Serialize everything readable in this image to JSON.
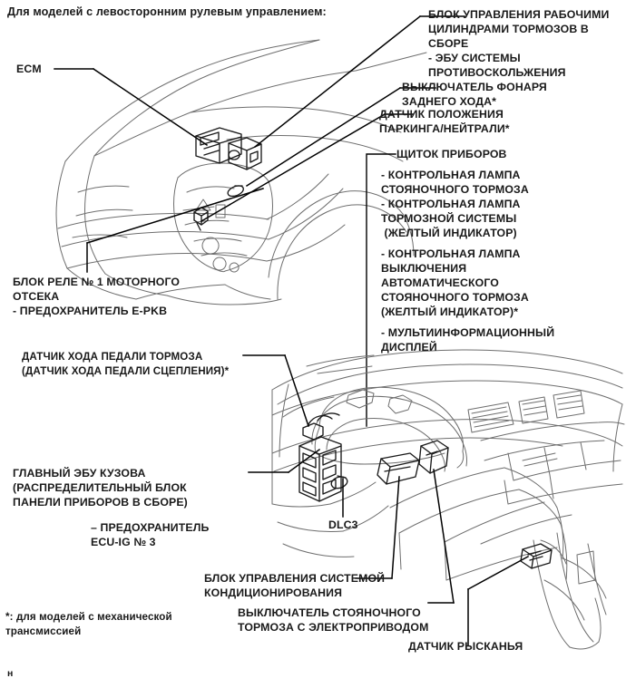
{
  "document": {
    "heading": "Для моделей с левосторонним рулевым управлением:",
    "footnote": "*: для моделей с механической\nтрансмиссией",
    "page_marker": "н"
  },
  "labels": {
    "ecm": "ECM",
    "brake_actuator": "БЛОК УПРАВЛЕНИЯ РАБОЧИМИ\nЦИЛИНДРАМИ ТОРМОЗОВ В\nСБОРЕ\n- ЭБУ СИСТЕМЫ\nПРОТИВОСКОЛЬЖЕНИЯ",
    "reverse_lamp_switch": "ВЫКЛЮЧАТЕЛЬ ФОНАРЯ\nЗАДНЕГО ХОДА*",
    "park_neutral_sensor": "ДАТЧИК ПОЛОЖЕНИЯ\nПАРКИНГА/НЕЙТРАЛИ*",
    "combination_meter_title": "ЩИТОК ПРИБОРОВ",
    "combination_meter_items": "- КОНТРОЛЬНАЯ ЛАМПА\nСТОЯНОЧНОГО ТОРМОЗА\n- КОНТРОЛЬНАЯ ЛАМПА\nТОРМОЗНОЙ СИСТЕМЫ\n (ЖЕЛТЫЙ ИНДИКАТОР)",
    "combination_meter_items2": "- КОНТРОЛЬНАЯ ЛАМПА\nВЫКЛЮЧЕНИЯ\nАВТОМАТИЧЕСКОГО\nСТОЯНОЧНОГО ТОРМОЗА\n(ЖЕЛТЫЙ ИНДИКАТОР)*",
    "combination_meter_items3": "- МУЛЬТИИНФОРМАЦИОННЫЙ\nДИСПЛЕЙ",
    "engine_room_relay_block": "БЛОК РЕЛЕ № 1 МОТОРНОГО\nОТСЕКА\n- ПРЕДОХРАНИТЕЛЬ E-PKB",
    "brake_pedal_stroke_sensor": "ДАТЧИК ХОДА ПЕДАЛИ ТОРМОЗА\n(ДАТЧИК ХОДА ПЕДАЛИ СЦЕПЛЕНИЯ)*",
    "main_body_ecu": "ГЛАВНЫЙ ЭБУ КУЗОВА\n(РАСПРЕДЕЛИТЕЛЬНЫЙ БЛОК\nПАНЕЛИ ПРИБОРОВ В СБОРЕ)",
    "main_body_ecu_fuse": "– ПРЕДОХРАНИТЕЛЬ\nECU-IG № 3",
    "dlc3": "DLC3",
    "ac_control": "БЛОК УПРАВЛЕНИЯ СИСТЕМОЙ\nКОНДИЦИОНИРОВАНИЯ",
    "epb_switch": "ВЫКЛЮЧАТЕЛЬ СТОЯНОЧНОГО\nТОРМОЗА С ЭЛЕКТРОПРИВОДОМ",
    "yaw_sensor": "ДАТЧИК РЫСКАНЬЯ"
  },
  "colors": {
    "ink": "#1a1a1a",
    "leader": "#000000",
    "artwork_stroke": "#2b2b2b",
    "artwork_light": "#6e6e6e"
  }
}
